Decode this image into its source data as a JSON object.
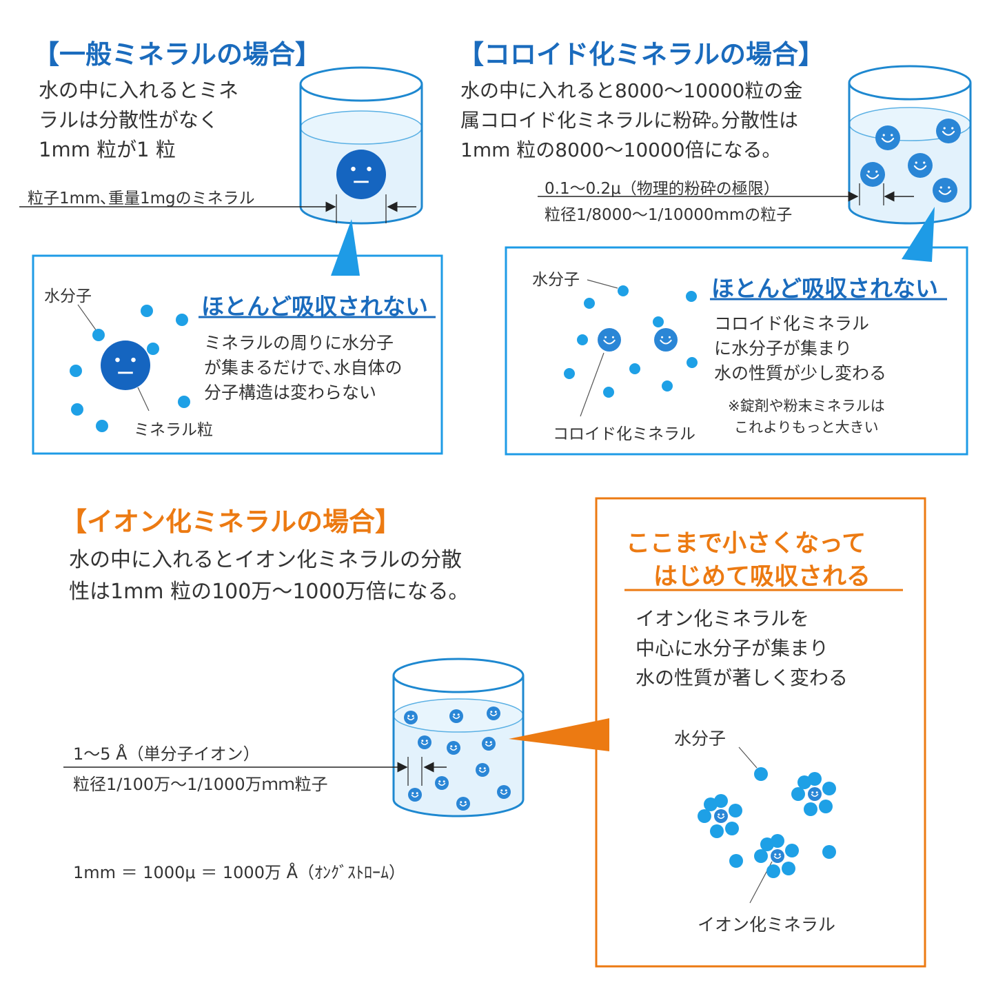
{
  "colors": {
    "blue_heading": "#1a6bbd",
    "orange_heading": "#ec7a12",
    "face_dark": "#1565c0",
    "face_mid": "#2a86d6",
    "water_dot": "#1ea0e6",
    "water": "#d4ebfa",
    "arrow_blue": "#1e9be6",
    "arrow_orange": "#ec7a12"
  },
  "icons": [
    "mineral-face-icon",
    "water-molecule-dot",
    "pointer-triangle"
  ],
  "general": {
    "heading": "【一般ミネラルの場合】",
    "desc": [
      "水の中に入れるとミネ",
      "ラルは分散性がなく",
      "1mm 粒が1 粒"
    ],
    "dim_label": "粒子1mm､重量1mgのミネラル",
    "box": {
      "title": "ほとんど吸収されない",
      "water_label": "水分子",
      "mineral_label": "ミネラル粒",
      "desc": [
        "ミネラルの周りに水分子",
        "が集まるだけで､水自体の",
        "分子構造は変わらない"
      ]
    }
  },
  "colloid": {
    "heading": "【コロイド化ミネラルの場合】",
    "desc": [
      "水の中に入れると8000～10000粒の金",
      "属コロイド化ミネラルに粉砕｡分散性は",
      "1mm 粒の8000～10000倍になる｡"
    ],
    "dim_label_1": "0.1～0.2μ（物理的粉砕の極限）",
    "dim_label_2": "粒径1/8000～1/10000mmの粒子",
    "box": {
      "title": "ほとんど吸収されない",
      "water_label": "水分子",
      "mineral_label": "コロイド化ミネラル",
      "desc": [
        "コロイド化ミネラル",
        "に水分子が集まり",
        "水の性質が少し変わる"
      ],
      "note": [
        "※錠剤や粉末ミネラルは",
        "これよりもっと大きい"
      ]
    }
  },
  "ion": {
    "heading": "【イオン化ミネラルの場合】",
    "desc": [
      "水の中に入れるとイオン化ミネラルの分散",
      "性は1mm 粒の100万～1000万倍になる｡"
    ],
    "dim_label_1": "1～5 Å（単分子イオン）",
    "dim_label_2": "粒径1/100万～1/1000万ｍｍ粒子",
    "conversion": "1mm ＝ 1000μ ＝ 1000万 Å（ｵﾝｸﾞｽﾄﾛｰﾑ）",
    "box": {
      "title_1": "ここまで小さくなって",
      "title_2": "はじめて吸収される",
      "desc": [
        "イオン化ミネラルを",
        "中心に水分子が集まり",
        "水の性質が著しく変わる"
      ],
      "water_label": "水分子",
      "mineral_label": "イオン化ミネラル"
    }
  }
}
